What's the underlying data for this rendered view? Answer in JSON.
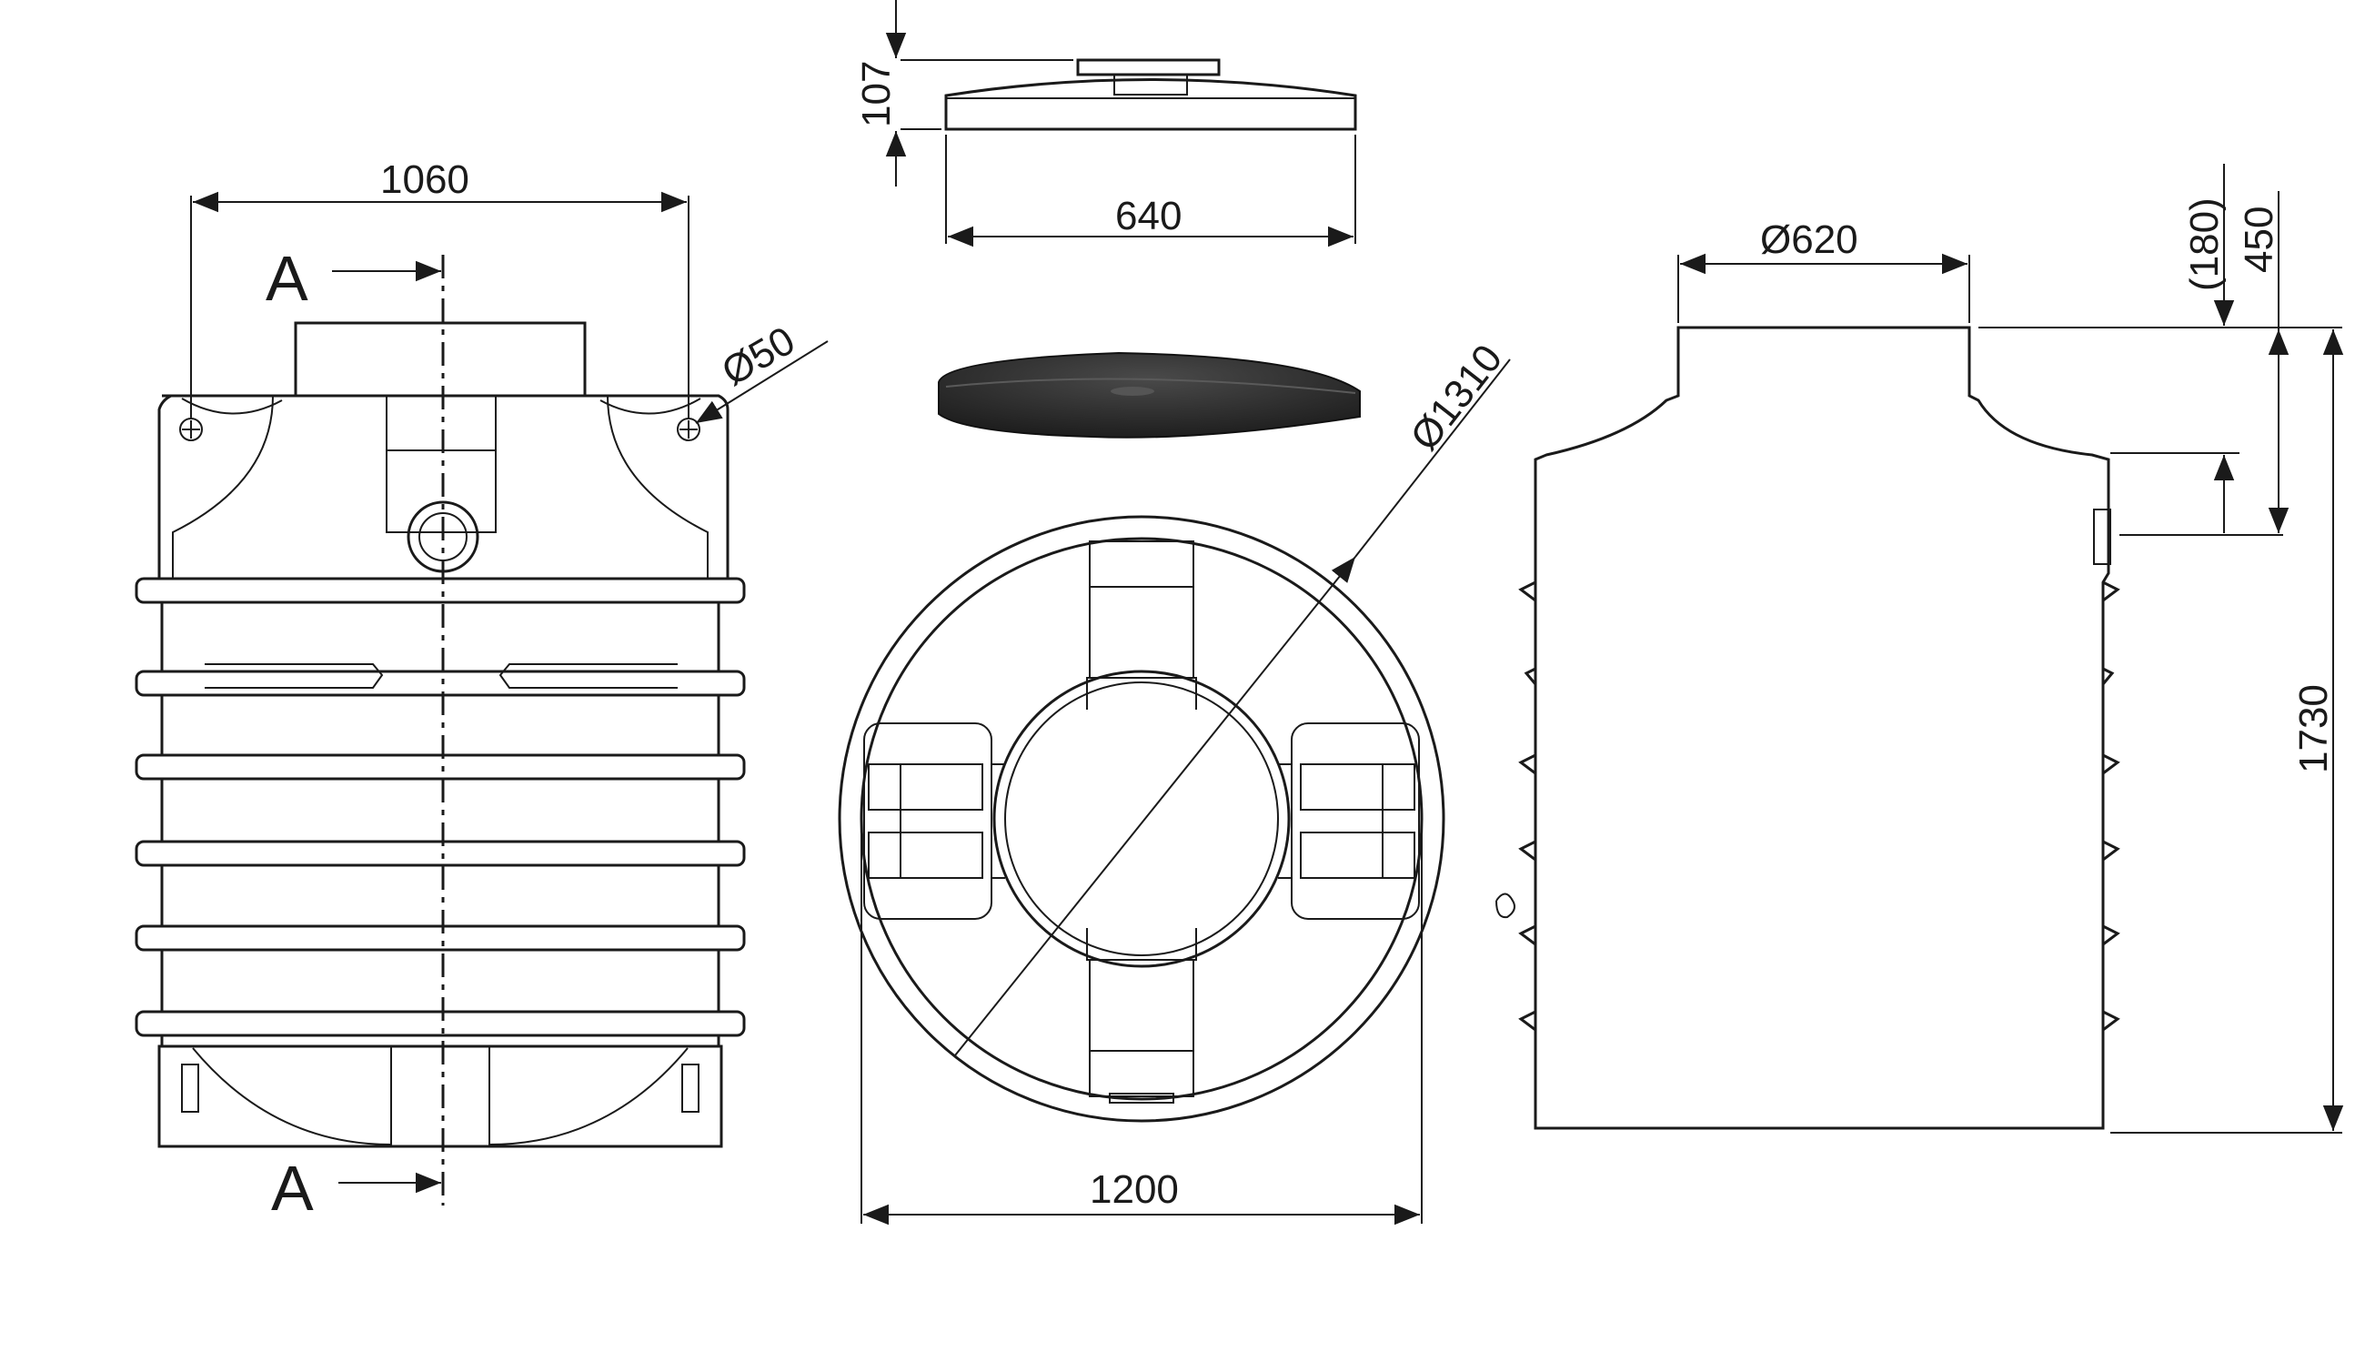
{
  "dimensions": {
    "width_1060": "1060",
    "dia_50": "Ø50",
    "height_107": "107",
    "width_640": "640",
    "dia_1310": "Ø1310",
    "width_1200": "1200",
    "dia_620": "Ø620",
    "dim_180": "(180)",
    "dim_450": "450",
    "height_1730": "1730"
  },
  "section": {
    "marker_top": "A",
    "marker_bottom": "A"
  },
  "colors": {
    "line": "#1a1a1a",
    "lid_fill": "#2b2b2b",
    "background": "#ffffff"
  }
}
